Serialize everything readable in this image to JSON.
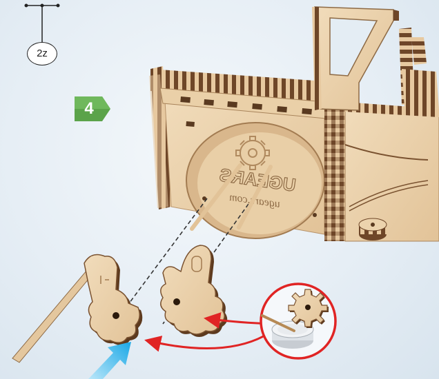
{
  "step": {
    "number": "4"
  },
  "part_label": {
    "text": "2z"
  },
  "logo": {
    "text": "UGEARS",
    "sub": "ugears.com"
  },
  "colors": {
    "background": "#e6eef5",
    "wood_light": "#ecd3ad",
    "wood_dark": "#7a5230",
    "step_badge": "#5ba34a",
    "arrow_red": "#e02424",
    "arrow_blue": "#27b5ec"
  }
}
